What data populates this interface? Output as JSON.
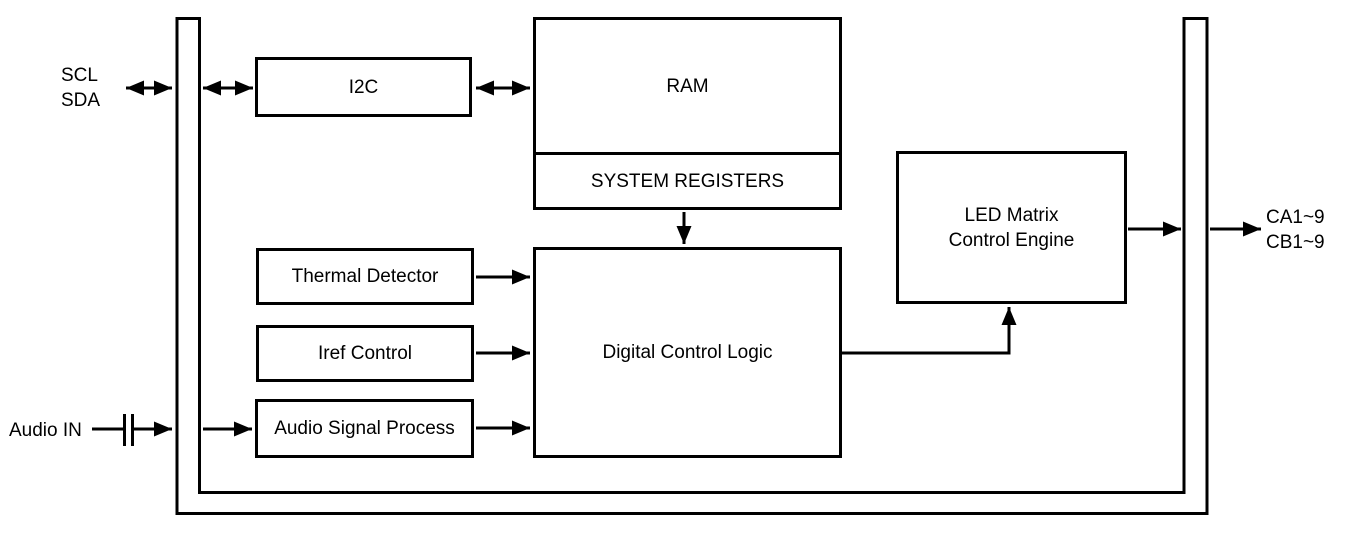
{
  "colors": {
    "line": "#000000",
    "background": "#ffffff"
  },
  "blocks": {
    "i2c": "I2C",
    "ram": "RAM",
    "system_registers": "SYSTEM REGISTERS",
    "thermal_detector": "Thermal Detector",
    "iref_control": "Iref Control",
    "audio_signal_process": "Audio Signal Process",
    "digital_control_logic": "Digital Control Logic",
    "led_matrix_line1": "LED Matrix",
    "led_matrix_line2": "Control Engine"
  },
  "ports": {
    "scl": "SCL",
    "sda": "SDA",
    "audio_in": "Audio IN",
    "ca": "CA1~9",
    "cb": "CB1~9"
  }
}
